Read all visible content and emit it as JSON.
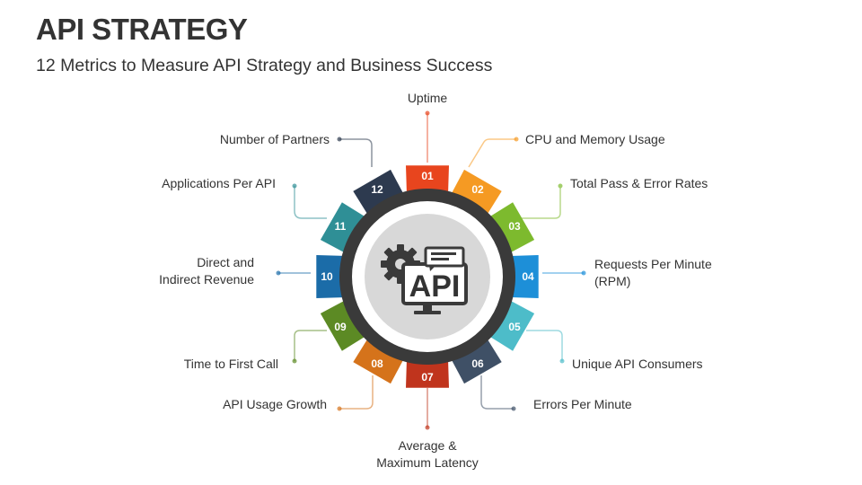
{
  "title": "API STRATEGY",
  "subtitle": "12 Metrics to Measure API Strategy and Business Success",
  "center_text": "API",
  "metrics": [
    {
      "num": "01",
      "lines": [
        "Uptime"
      ],
      "color": "#E8451E"
    },
    {
      "num": "02",
      "lines": [
        "CPU and Memory Usage"
      ],
      "color": "#F59A23"
    },
    {
      "num": "03",
      "lines": [
        "Total Pass & Error Rates"
      ],
      "color": "#7DBA2E"
    },
    {
      "num": "04",
      "lines": [
        "Requests Per Minute",
        "(RPM)"
      ],
      "color": "#1D8FD8"
    },
    {
      "num": "05",
      "lines": [
        "Unique API Consumers"
      ],
      "color": "#4DBCC9"
    },
    {
      "num": "06",
      "lines": [
        "Errors Per Minute"
      ],
      "color": "#3F5066"
    },
    {
      "num": "07",
      "lines": [
        "Average &",
        "Maximum Latency"
      ],
      "color": "#C0341D"
    },
    {
      "num": "08",
      "lines": [
        "API Usage Growth"
      ],
      "color": "#D5731B"
    },
    {
      "num": "09",
      "lines": [
        "Time to First Call"
      ],
      "color": "#5C8A24"
    },
    {
      "num": "10",
      "lines": [
        "Direct and",
        "Indirect Revenue"
      ],
      "color": "#1B6CA8"
    },
    {
      "num": "11",
      "lines": [
        "Applications Per API"
      ],
      "color": "#2F8F96"
    },
    {
      "num": "12",
      "lines": [
        "Number of Partners"
      ],
      "color": "#2D3A4F"
    }
  ]
}
